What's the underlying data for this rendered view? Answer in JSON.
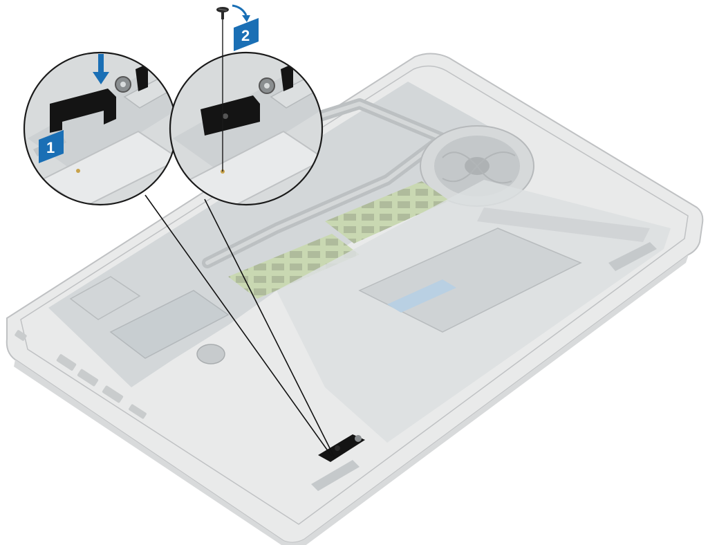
{
  "steps": [
    {
      "number": "1",
      "action": "press-down"
    },
    {
      "number": "2",
      "action": "remove-screw"
    }
  ],
  "colors": {
    "step_badge": "#1a6fb5",
    "arrow": "#1a6fb5",
    "chassis": "#e9eaea",
    "chassis_edge": "#bfc1c3",
    "board": "#cfd4d6",
    "memory": "#c9d8b2",
    "bracket": "#141414",
    "screw": "#2a2a2a",
    "leader_line": "#111111"
  },
  "icons": {
    "press_arrow": "down-arrow-icon",
    "rotation_arrow": "curved-arrow-icon",
    "screw": "screw-icon"
  }
}
